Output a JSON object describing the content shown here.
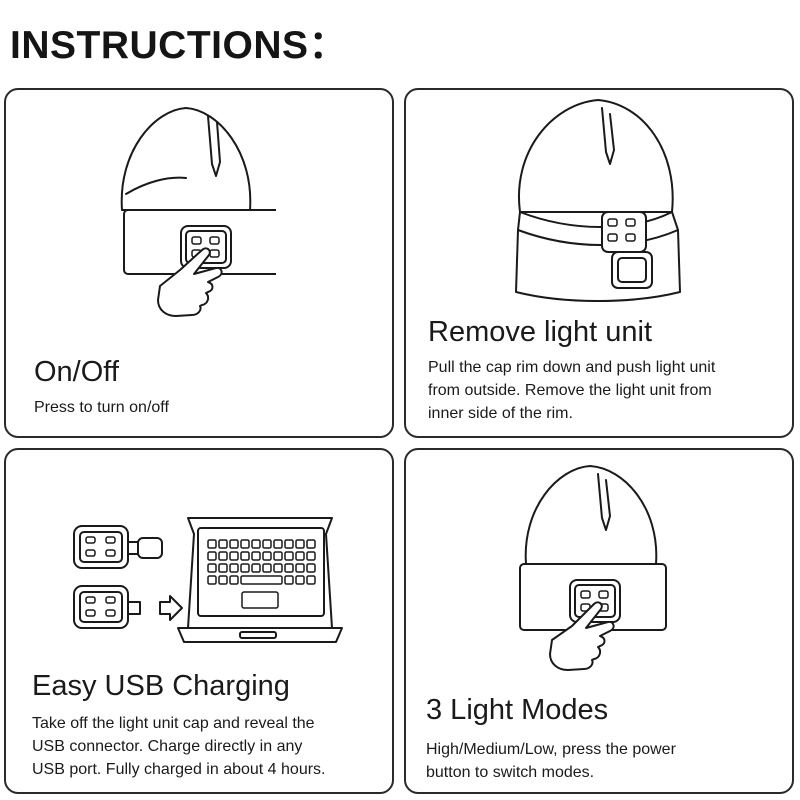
{
  "title": "INSTRUCTIONS：",
  "panels": [
    {
      "heading": "On/Off",
      "lines": [
        "Press to turn on/off"
      ]
    },
    {
      "heading": "Remove light unit",
      "lines": [
        "Pull the cap rim down and push light unit",
        "from outside. Remove the light unit from",
        "inner side of the rim."
      ]
    },
    {
      "heading": "Easy USB Charging",
      "lines": [
        "Take off the light unit cap and reveal the",
        "USB connector. Charge directly in any",
        "USB port. Fully charged in about 4 hours."
      ]
    },
    {
      "heading": "3 Light Modes",
      "lines": [
        "High/Medium/Low, press the power",
        "button to switch modes."
      ]
    }
  ],
  "icons": {
    "panel1": "beanie-press-icon",
    "panel2": "beanie-remove-light-icon",
    "panel3": "usb-laptop-charging-icon",
    "panel4": "beanie-press-icon"
  }
}
